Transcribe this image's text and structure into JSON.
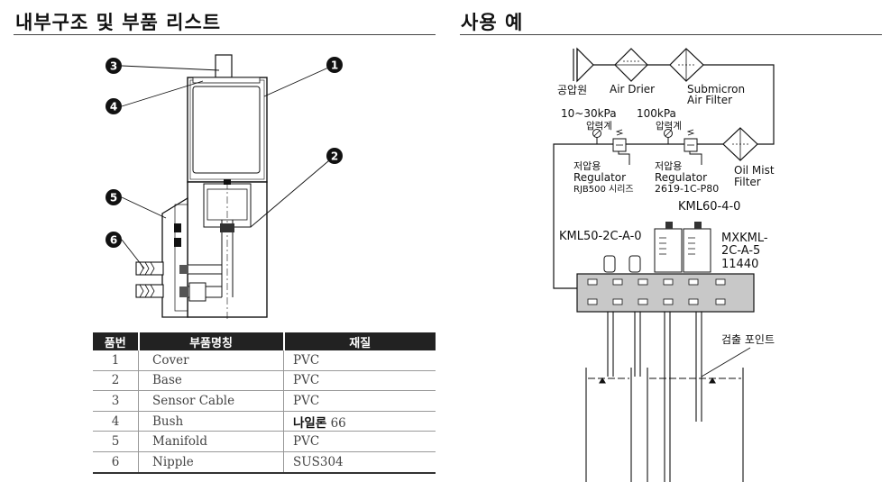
{
  "left_section": {
    "title": "내부구조 및 부품 리스트"
  },
  "right_section": {
    "title": "사용 예"
  },
  "callouts": [
    "1",
    "2",
    "3",
    "4",
    "5",
    "6"
  ],
  "parts_table": {
    "headers": [
      "품번",
      "부품명칭",
      "재질"
    ],
    "rows": [
      {
        "no": "1",
        "name": "Cover",
        "material": "PVC"
      },
      {
        "no": "2",
        "name": "Base",
        "material": "PVC"
      },
      {
        "no": "3",
        "name": "Sensor Cable",
        "material": "PVC"
      },
      {
        "no": "4",
        "name": "Bush",
        "material": "66",
        "material_prefix": "나일론"
      },
      {
        "no": "5",
        "name": "Manifold",
        "material": "PVC"
      },
      {
        "no": "6",
        "name": "Nipple",
        "material": "SUS304"
      }
    ]
  },
  "example_labels": {
    "source": "공압원",
    "air_drier": "Air Drier",
    "submicron_1": "Submicron",
    "submicron_2": "Air Filter",
    "range1": "10~30kPa",
    "gauge1": "압력계",
    "range2": "100kPa",
    "gauge2": "압력계",
    "reg1_a": "저압용",
    "reg1_b": "Regulator",
    "reg1_c": "RJB500 시리즈",
    "reg2_a": "저압용",
    "reg2_b": "Regulator",
    "reg2_c": "2619-1C-P80",
    "oil_1": "Oil Mist",
    "oil_2": "Filter",
    "kml60": "KML60-4-0",
    "kml50": "KML50-2C-A-0",
    "mx_1": "MXKML-",
    "mx_2": "2C-A-5",
    "mx_3": "11440",
    "detect": "검출 포인트"
  }
}
